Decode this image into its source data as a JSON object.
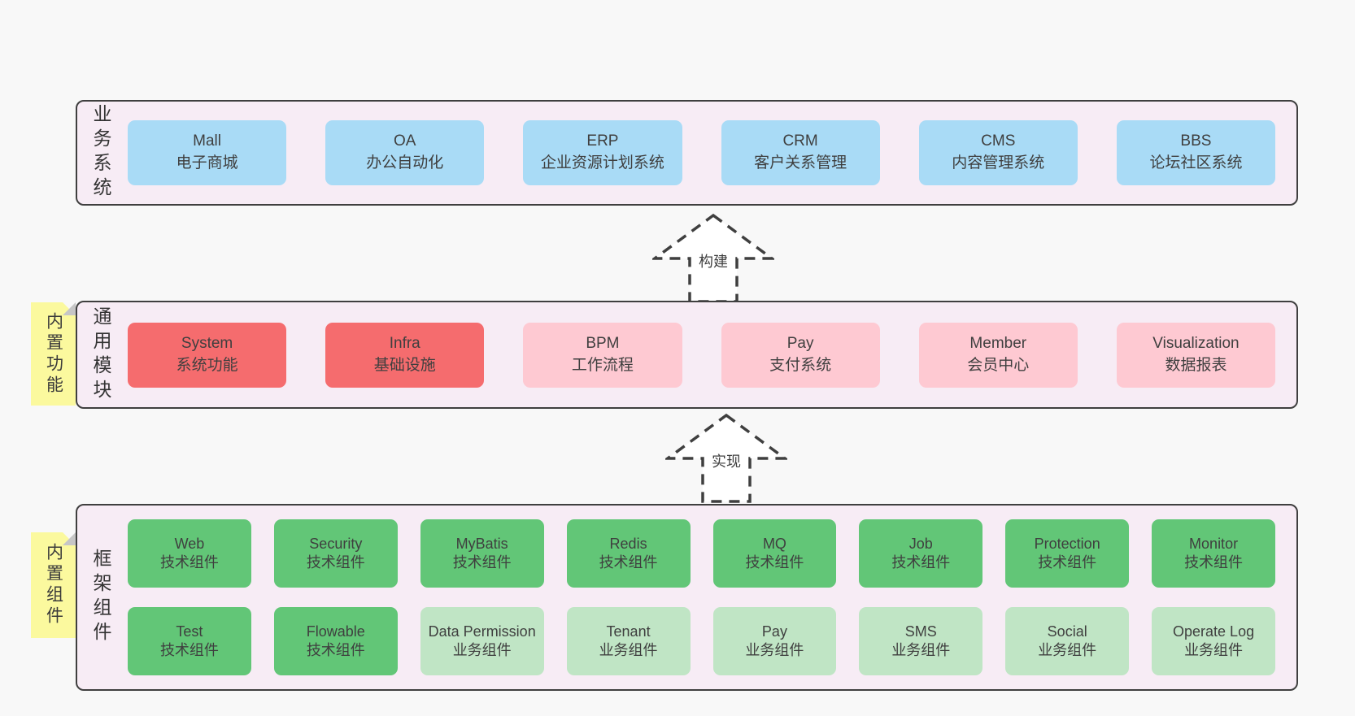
{
  "palette": {
    "blue": "#a9dbf6",
    "red": "#f56c6e",
    "pink": "#fec9d2",
    "green": "#62c677",
    "lightgreen": "#c0e5c5",
    "band_bg": "#f7ecf5",
    "note_yellow": "#fbf99e",
    "border_dark": "#3f3f3f"
  },
  "arrows": [
    {
      "label": "构建"
    },
    {
      "label": "实现"
    }
  ],
  "layers": [
    {
      "label": "业务系统",
      "note": null,
      "boxes": [
        {
          "name": "Mall",
          "desc": "电子商城",
          "type": "blue"
        },
        {
          "name": "OA",
          "desc": "办公自动化",
          "type": "blue"
        },
        {
          "name": "ERP",
          "desc": "企业资源计划系统",
          "type": "blue"
        },
        {
          "name": "CRM",
          "desc": "客户关系管理",
          "type": "blue"
        },
        {
          "name": "CMS",
          "desc": "内容管理系统",
          "type": "blue"
        },
        {
          "name": "BBS",
          "desc": "论坛社区系统",
          "type": "blue"
        }
      ]
    },
    {
      "label": "通用模块",
      "note": "内置功能",
      "boxes": [
        {
          "name": "System",
          "desc": "系统功能",
          "type": "red"
        },
        {
          "name": "Infra",
          "desc": "基础设施",
          "type": "red"
        },
        {
          "name": "BPM",
          "desc": "工作流程",
          "type": "pink"
        },
        {
          "name": "Pay",
          "desc": "支付系统",
          "type": "pink"
        },
        {
          "name": "Member",
          "desc": "会员中心",
          "type": "pink"
        },
        {
          "name": "Visualization",
          "desc": "数据报表",
          "type": "pink"
        }
      ]
    },
    {
      "label": "框架组件",
      "note": "内置组件",
      "boxes": [
        {
          "name": "Web",
          "desc": "技术组件",
          "type": "green"
        },
        {
          "name": "Security",
          "desc": "技术组件",
          "type": "green"
        },
        {
          "name": "MyBatis",
          "desc": "技术组件",
          "type": "green"
        },
        {
          "name": "Redis",
          "desc": "技术组件",
          "type": "green"
        },
        {
          "name": "MQ",
          "desc": "技术组件",
          "type": "green"
        },
        {
          "name": "Job",
          "desc": "技术组件",
          "type": "green"
        },
        {
          "name": "Protection",
          "desc": "技术组件",
          "type": "green"
        },
        {
          "name": "Monitor",
          "desc": "技术组件",
          "type": "green"
        },
        {
          "name": "Test",
          "desc": "技术组件",
          "type": "green"
        },
        {
          "name": "Flowable",
          "desc": "技术组件",
          "type": "green"
        },
        {
          "name": "Data Permission",
          "desc": "业务组件",
          "type": "lightgreen"
        },
        {
          "name": "Tenant",
          "desc": "业务组件",
          "type": "lightgreen"
        },
        {
          "name": "Pay",
          "desc": "业务组件",
          "type": "lightgreen"
        },
        {
          "name": "SMS",
          "desc": "业务组件",
          "type": "lightgreen"
        },
        {
          "name": "Social",
          "desc": "业务组件",
          "type": "lightgreen"
        },
        {
          "name": "Operate Log",
          "desc": "业务组件",
          "type": "lightgreen"
        }
      ]
    }
  ]
}
